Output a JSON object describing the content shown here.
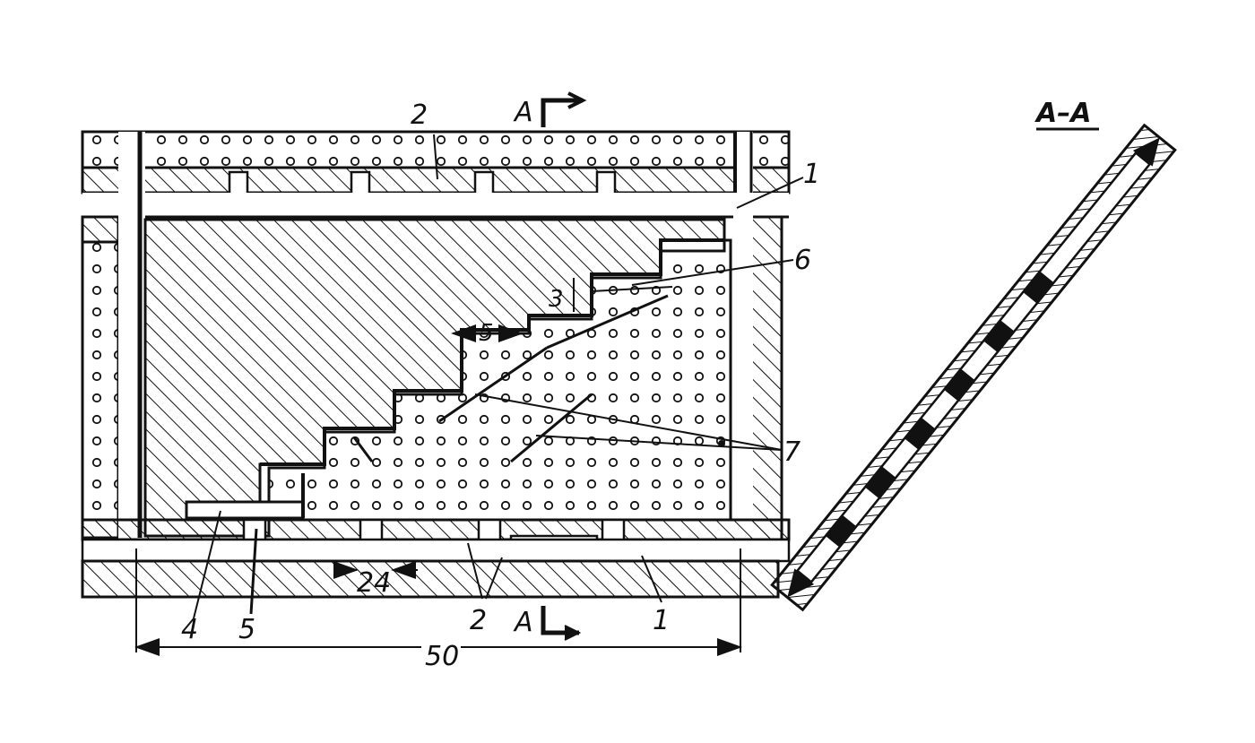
{
  "labels": {
    "section_mark_top": "А",
    "section_mark_bottom": "А",
    "section_title": "А–А",
    "dimension_total": "50",
    "dimension_gap": "24",
    "step_width": "5",
    "step_height": "3"
  },
  "callouts": {
    "label_1_top": "1",
    "label_1_bottom": "1",
    "label_2_top": "2",
    "label_2_bottom": "2",
    "label_4": "4",
    "label_5": "5",
    "label_6": "6",
    "label_7": "7"
  },
  "colors": {
    "ink": "#111111",
    "paper": "#ffffff"
  }
}
